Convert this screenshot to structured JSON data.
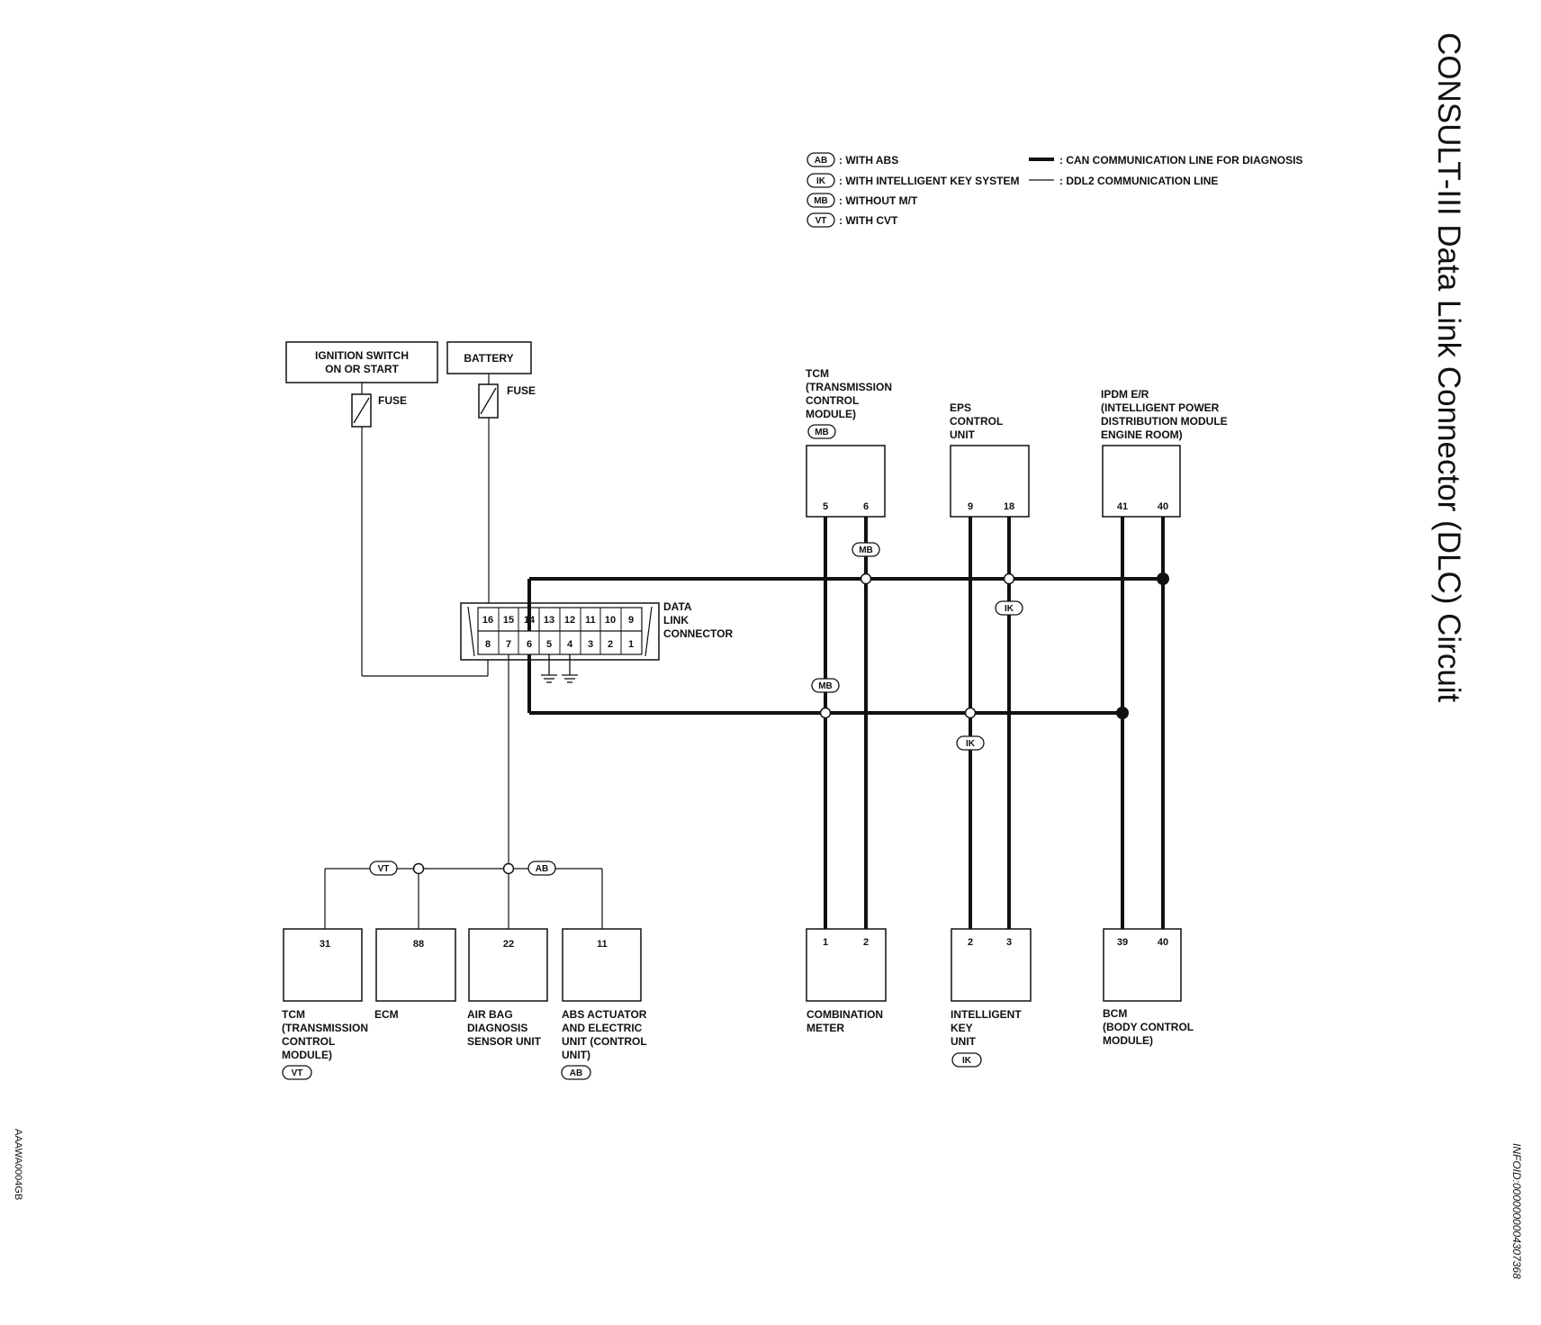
{
  "title": "CONSULT-III Data Link Connector (DLC) Circuit",
  "info_id": "INFOID:0000000004307368",
  "figure_code": "AAAWA0004GB",
  "legend": {
    "ab": {
      "badge": "AB",
      "text": ": WITH ABS"
    },
    "ik": {
      "badge": "IK",
      "text": ": WITH INTELLIGENT KEY SYSTEM"
    },
    "mb": {
      "badge": "MB",
      "text": ": WITHOUT M/T"
    },
    "vt": {
      "badge": "VT",
      "text": ": WITH CVT"
    },
    "can": ": CAN COMMUNICATION LINE FOR DIAGNOSIS",
    "ddl2": ": DDL2 COMMUNICATION LINE"
  },
  "power": {
    "ignition": [
      "IGNITION SWITCH",
      "ON OR START"
    ],
    "battery": "BATTERY",
    "fuse": "FUSE"
  },
  "dlc": {
    "label": [
      "DATA",
      "LINK",
      "CONNECTOR"
    ],
    "top_pins": [
      "16",
      "15",
      "14",
      "13",
      "12",
      "11",
      "10",
      "9"
    ],
    "bottom_pins": [
      "8",
      "7",
      "6",
      "5",
      "4",
      "3",
      "2",
      "1"
    ]
  },
  "modules_top": {
    "tcm_mb": {
      "label": [
        "TCM",
        "(TRANSMISSION",
        "CONTROL",
        "MODULE)"
      ],
      "badge": "MB",
      "pins": [
        "5",
        "6"
      ]
    },
    "eps": {
      "label": [
        "EPS",
        "CONTROL",
        "UNIT"
      ],
      "pins": [
        "9",
        "18"
      ]
    },
    "ipdm": {
      "label": [
        "IPDM E/R",
        "(INTELLIGENT POWER",
        "DISTRIBUTION MODULE",
        "ENGINE ROOM)"
      ],
      "pins": [
        "41",
        "40"
      ]
    }
  },
  "modules_bottom": {
    "tcm_vt": {
      "label": [
        "TCM",
        "(TRANSMISSION",
        "CONTROL",
        "MODULE)"
      ],
      "badge": "VT",
      "pin": "31"
    },
    "ecm": {
      "label": [
        "ECM"
      ],
      "pin": "88"
    },
    "airbag": {
      "label": [
        "AIR BAG",
        "DIAGNOSIS",
        "SENSOR UNIT"
      ],
      "pin": "22"
    },
    "abs": {
      "label": [
        "ABS ACTUATOR",
        "AND ELECTRIC",
        "UNIT (CONTROL",
        "UNIT)"
      ],
      "badge": "AB",
      "pin": "11"
    },
    "meter": {
      "label": [
        "COMBINATION",
        "METER"
      ],
      "pins": [
        "1",
        "2"
      ]
    },
    "ikey": {
      "label": [
        "INTELLIGENT",
        "KEY",
        "UNIT"
      ],
      "badge": "IK",
      "pins": [
        "2",
        "3"
      ]
    },
    "bcm": {
      "label": [
        "BCM",
        "(BODY CONTROL",
        "MODULE)"
      ],
      "pins": [
        "39",
        "40"
      ]
    }
  },
  "wire_badges": {
    "mb_upper": "MB",
    "mb_lower": "MB",
    "ik_upper": "IK",
    "ik_lower": "IK",
    "vt_bus": "VT",
    "ab_bus": "AB"
  }
}
